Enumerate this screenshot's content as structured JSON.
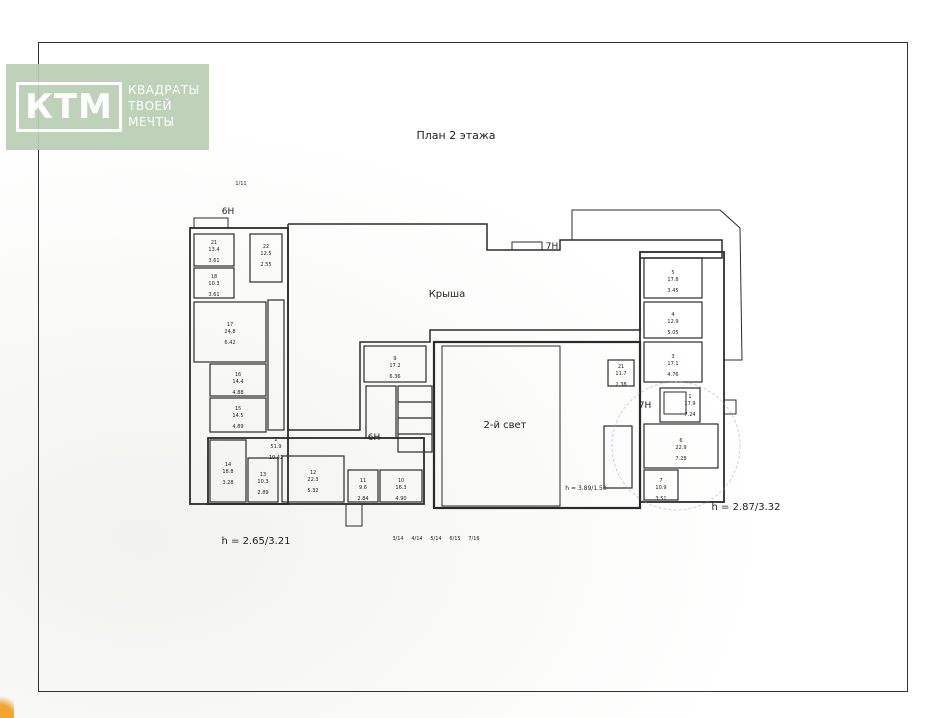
{
  "logo": {
    "mark": "КТМ",
    "lines": [
      "КВАДРАТЫ",
      "ТВОЕЙ",
      "МЕЧТЫ"
    ]
  },
  "plan": {
    "title": "План 2 этажа",
    "roof_label": "Крыша",
    "second_light_label": "2-й свет",
    "height_left": "h = 2.65/3.21",
    "height_right": "h = 2.87/3.32",
    "height_center": "h = 3.89/1.50",
    "stairs": [
      "6Н",
      "7Н",
      "6Н",
      "7Н"
    ],
    "rooms": [
      {
        "n": "21",
        "a": "13.4",
        "w": "3.61"
      },
      {
        "n": "22",
        "a": "12.5",
        "w": "2.55"
      },
      {
        "n": "18",
        "a": "10.3",
        "w": "3.61"
      },
      {
        "n": "17",
        "a": "24.8",
        "w": "6.42"
      },
      {
        "n": "16",
        "a": "14.4",
        "w": "4.88"
      },
      {
        "n": "15",
        "a": "14.5",
        "w": "4.89"
      },
      {
        "n": "14",
        "a": "18.8",
        "w": "3.28"
      },
      {
        "n": "13",
        "a": "10.3",
        "w": "2.89"
      },
      {
        "n": "12",
        "a": "22.3",
        "w": "5.32"
      },
      {
        "n": "11",
        "a": "9.6",
        "w": "2.84"
      },
      {
        "n": "10",
        "a": "16.3",
        "w": "4.90"
      },
      {
        "n": "9",
        "a": "17.2",
        "w": "6.36"
      },
      {
        "n": "2",
        "a": "51.9",
        "w": "10.42"
      },
      {
        "n": "5",
        "a": "17.8",
        "w": "3.45"
      },
      {
        "n": "4",
        "a": "12.9",
        "w": "5.05"
      },
      {
        "n": "3",
        "a": "17.1",
        "w": "4.76"
      },
      {
        "n": "1",
        "a": "17.9",
        "w": "7.24"
      },
      {
        "n": "6",
        "a": "22.9",
        "w": "7.28"
      },
      {
        "n": "7",
        "a": "10.9",
        "w": "3.51"
      },
      {
        "n": "21",
        "a": "11.7",
        "w": "2.38"
      }
    ],
    "bottom_notes": [
      "3/14",
      "4/14",
      "5/14",
      "6/15",
      "7/16"
    ],
    "top_note": "1/11"
  },
  "colors": {
    "logo_bg": "#b9cfb4",
    "line": "#2b2b2b"
  }
}
